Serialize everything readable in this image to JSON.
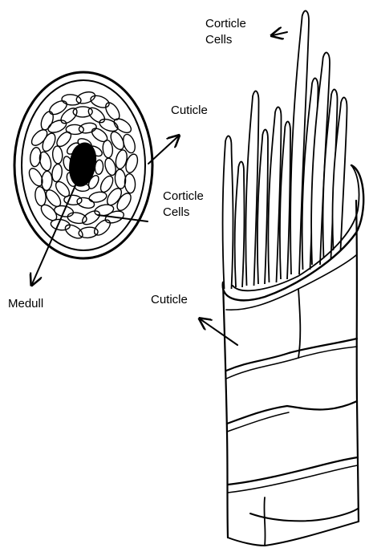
{
  "labels": {
    "top_corticle_line1": "Corticle",
    "top_corticle_line2": "Cells",
    "cuticle_cross_section": "Cuticle",
    "corticle_cross_section_line1": "Corticle",
    "corticle_cross_section_line2": "Cells",
    "medulla": "Medull",
    "cuticle_shaft": "Cuticle"
  },
  "colors": {
    "ink": "#000000",
    "background": "#ffffff"
  }
}
